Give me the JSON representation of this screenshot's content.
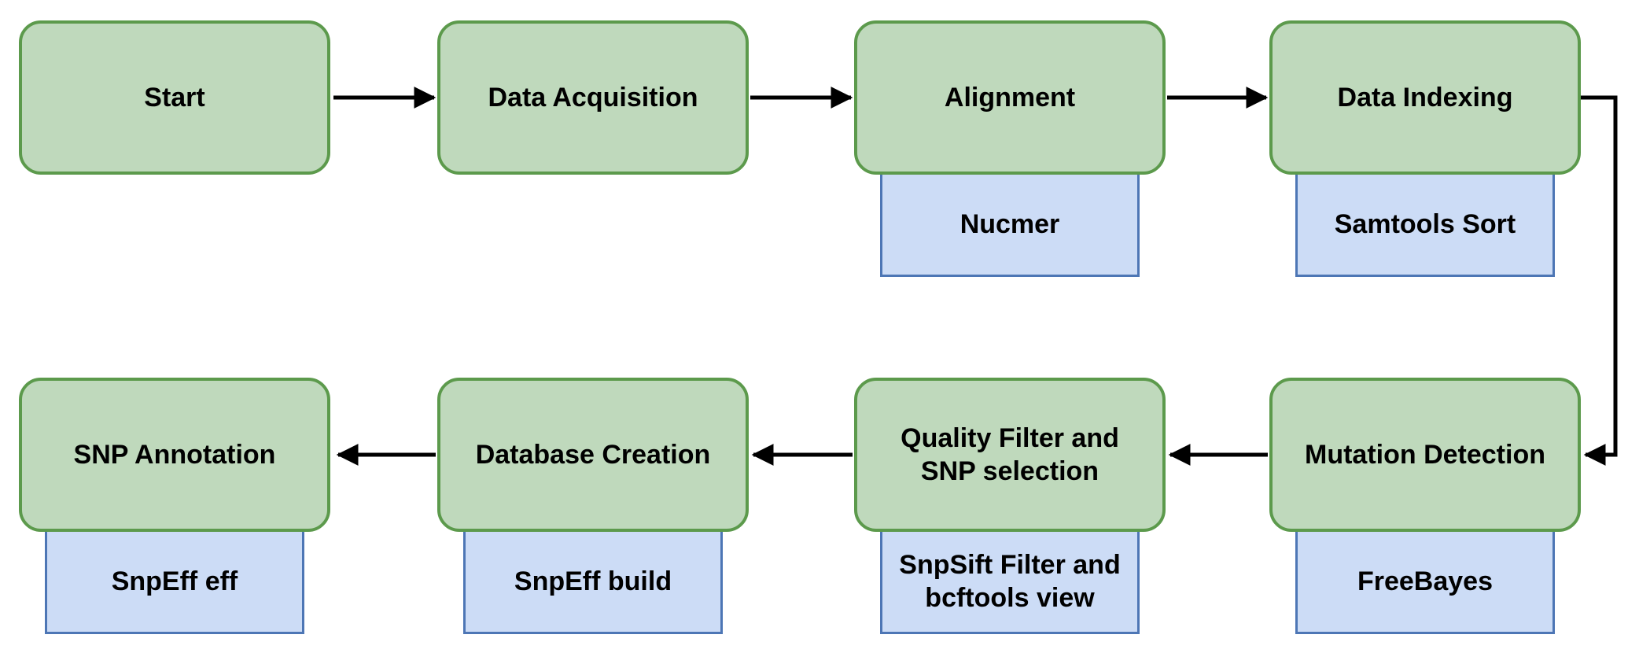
{
  "diagram": {
    "type": "flowchart",
    "colors": {
      "step_fill": "#bfd9bc",
      "step_border": "#5c9a4c",
      "tool_fill": "#ccdcf6",
      "tool_border": "#4d76b5",
      "arrow": "#000000"
    },
    "steps": [
      {
        "id": "start",
        "label": "Start",
        "tool": ""
      },
      {
        "id": "data-acquisition",
        "label": "Data Acquisition",
        "tool": ""
      },
      {
        "id": "alignment",
        "label": "Alignment",
        "tool": "Nucmer"
      },
      {
        "id": "data-indexing",
        "label": "Data Indexing",
        "tool": "Samtools Sort"
      },
      {
        "id": "mutation-detection",
        "label": "Mutation Detection",
        "tool": "FreeBayes"
      },
      {
        "id": "quality-filter",
        "label": "Quality Filter and\nSNP selection",
        "tool": "SnpSift Filter and\nbcftools view"
      },
      {
        "id": "database-creation",
        "label": "Database Creation",
        "tool": "SnpEff build"
      },
      {
        "id": "snp-annotation",
        "label": "SNP Annotation",
        "tool": "SnpEff eff"
      }
    ],
    "edges": [
      {
        "from": "Start",
        "to": "Data Acquisition"
      },
      {
        "from": "Data Acquisition",
        "to": "Alignment"
      },
      {
        "from": "Alignment",
        "to": "Data Indexing"
      },
      {
        "from": "Data Indexing",
        "to": "Mutation Detection"
      },
      {
        "from": "Mutation Detection",
        "to": "Quality Filter and SNP selection"
      },
      {
        "from": "Quality Filter and SNP selection",
        "to": "Database Creation"
      },
      {
        "from": "Database Creation",
        "to": "SNP Annotation"
      }
    ]
  }
}
